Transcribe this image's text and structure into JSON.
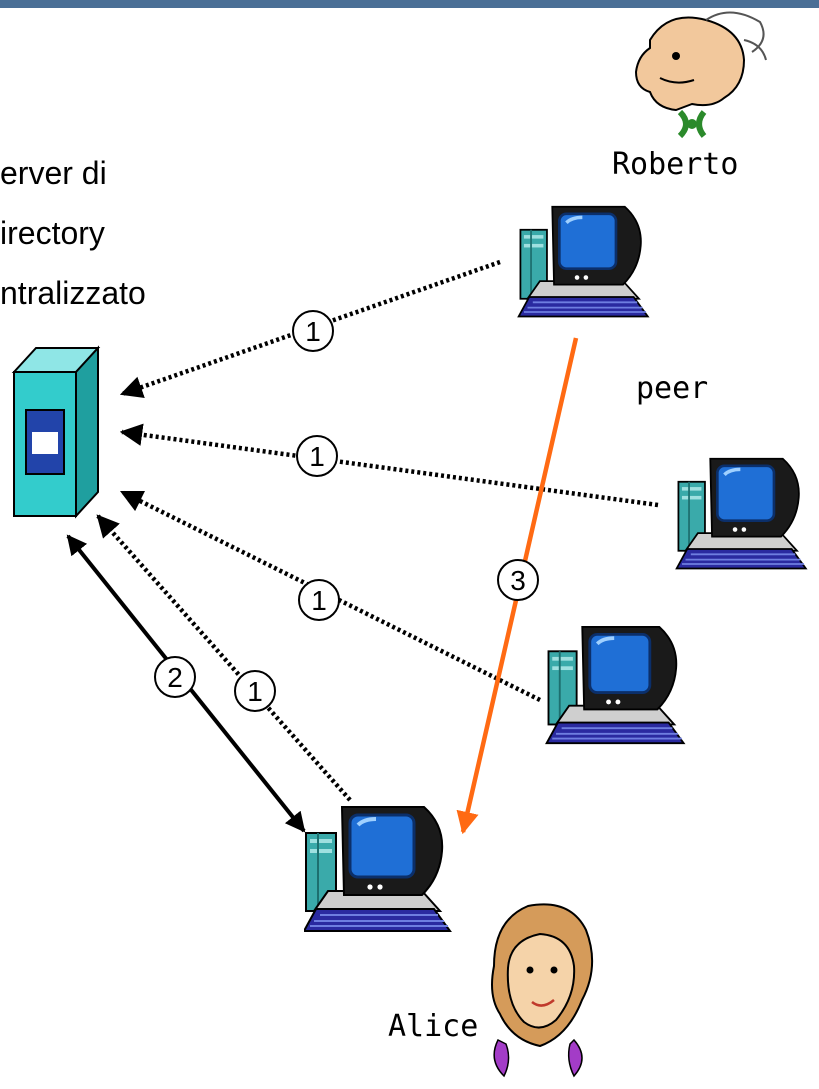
{
  "server_label": [
    "erver di",
    "irectory",
    "ntralizzato"
  ],
  "peer_label": "peer",
  "user_top_label": "Roberto",
  "user_bottom_label": "Alice",
  "steps": [
    "1",
    "2",
    "3"
  ],
  "colors": {
    "header_bar": "#4a6f96",
    "dotted_arrow": "#000000",
    "solid_arrow": "#000000",
    "transfer_arrow": "#ff6a13",
    "server_body": "#33cccc",
    "server_screen": "#2244aa",
    "monitor_frame": "#1a1a1a",
    "monitor_screen": "#1f6fd6",
    "tower": "#3aaaaa",
    "keyboard": "#2a2aa0"
  }
}
